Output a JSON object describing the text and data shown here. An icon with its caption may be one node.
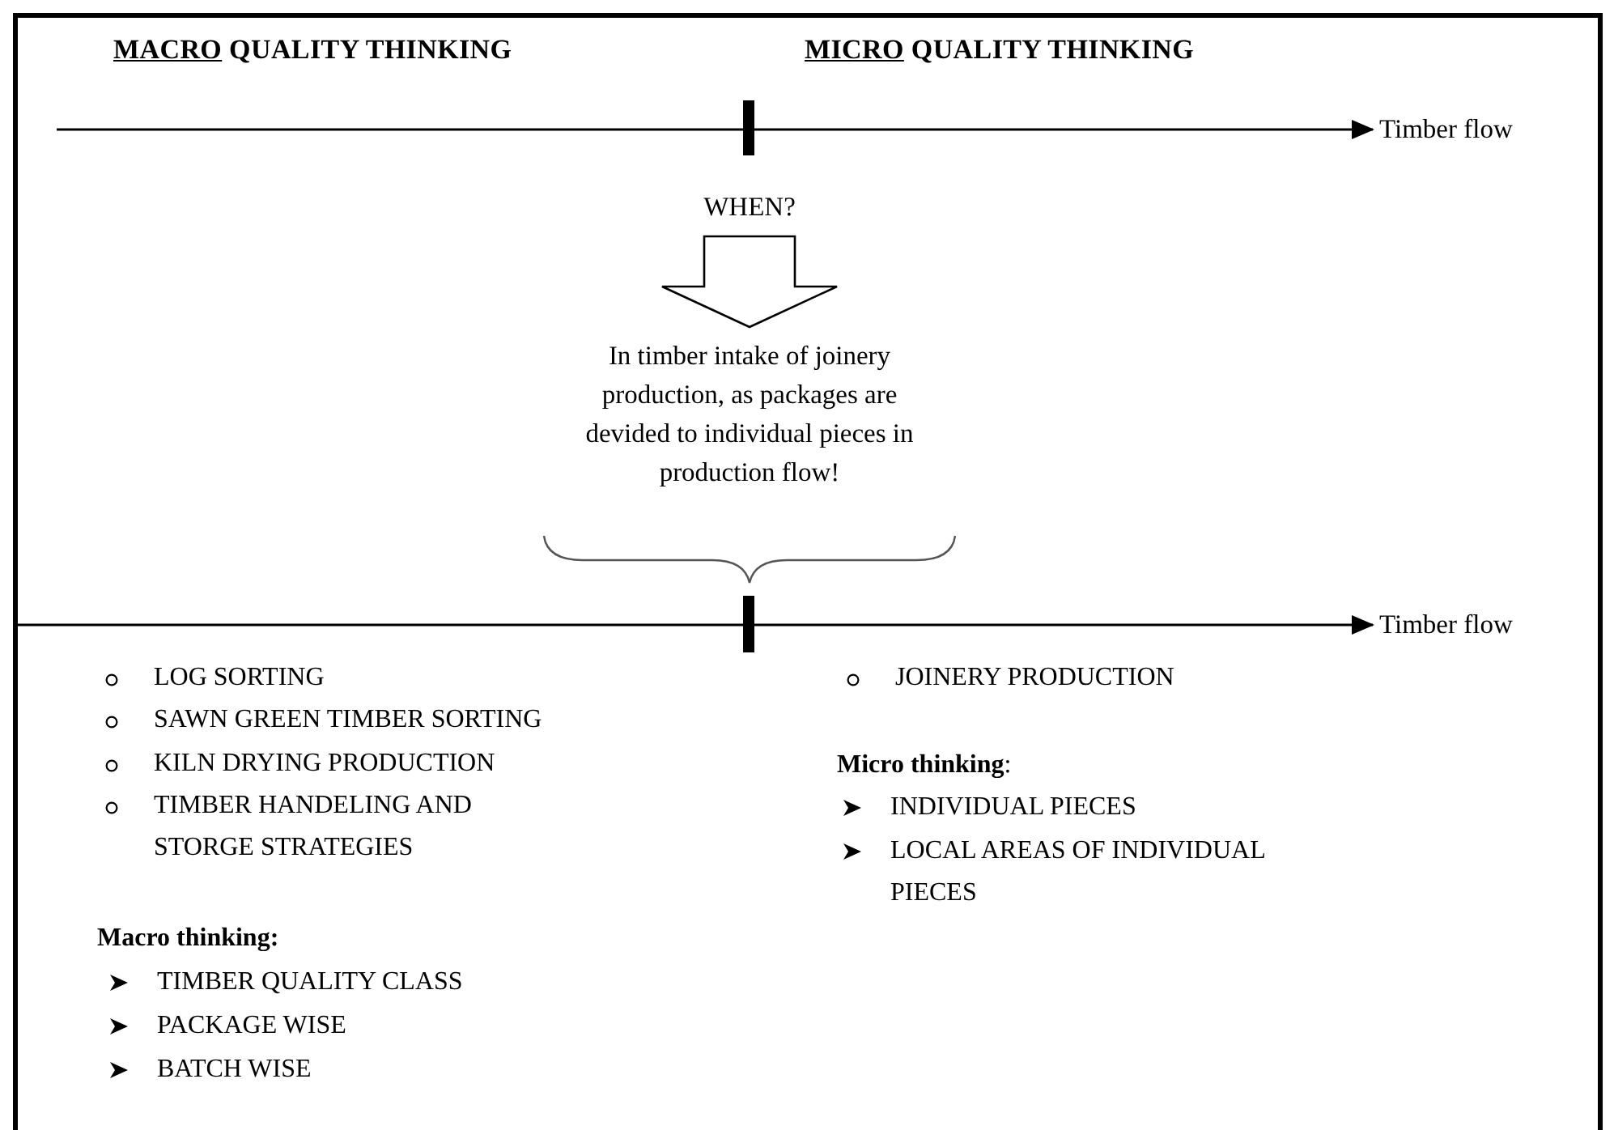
{
  "diagram": {
    "nodes": [
      {
        "text": [
          "Timber flow"
        ]
      },
      {
        "text": [
          "WHEN?"
        ]
      },
      {
        "text": [
          "In timber intake of joinery production, as packages are devided to individual pieces in production flow!"
        ]
      },
      {
        "text": [
          "Timber flow"
        ]
      }
    ],
    "edges": [
      {
        "from": null,
        "to": 0,
        "arrow": "to"
      },
      {
        "from": 1,
        "to": 2,
        "arrow": "to",
        "style": "thick"
      },
      {
        "from": null,
        "to": 3,
        "arrow": "to"
      }
    ],
    "labels": [
      "MACRO QUALITY THINKING",
      "MICRO QUALITY THINKING",
      "LOG SORTING",
      "SAWN GREEN TIMBER SORTING",
      "KILN DRYING PRODUCTION",
      "TIMBER HANDELING AND STORGE STRATEGIES",
      "Macro thinking:",
      "TIMBER QUALITY CLASS",
      "PACKAGE WISE",
      "BATCH WISE",
      "JOINERY PRODUCTION",
      "**Micro thinking**:",
      "INDIVIDUAL PIECES",
      "LOCAL AREAS OF INDIVIDUAL PIECES"
    ]
  }
}
